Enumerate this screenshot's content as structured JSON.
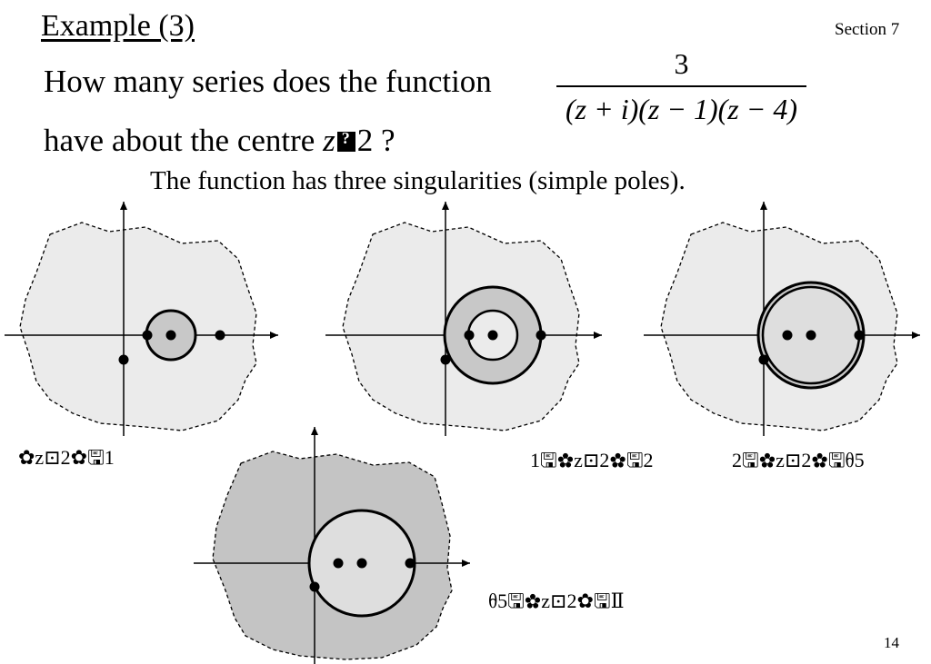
{
  "slide": {
    "title": "Example (3)",
    "section": "Section 7",
    "question_part1": "How many series does the function",
    "question_part2_pre": "have about the centre ",
    "question_var": "z",
    "question_part2_post": "2 ?",
    "fraction_numerator": "3",
    "fraction_denominator": "(z + i)(z − 1)(z − 4)",
    "subtitle": "The function has three singularities (simple poles).",
    "page_number": "14"
  },
  "region_labels": [
    "✿z⊡2✿🖫1",
    "1🖫✿z⊡2✿🖫2",
    "2🖫✿z⊡2✿🖫ᦲ5",
    "ᦲ5🖫✿z⊡2✿🖫Ⅱ"
  ],
  "colors": {
    "region_light": "#ebebeb",
    "region_dark": "#c4c4c4",
    "annulus": "#c8c8c8",
    "disc_light": "#dedede",
    "ink": "#000000"
  }
}
